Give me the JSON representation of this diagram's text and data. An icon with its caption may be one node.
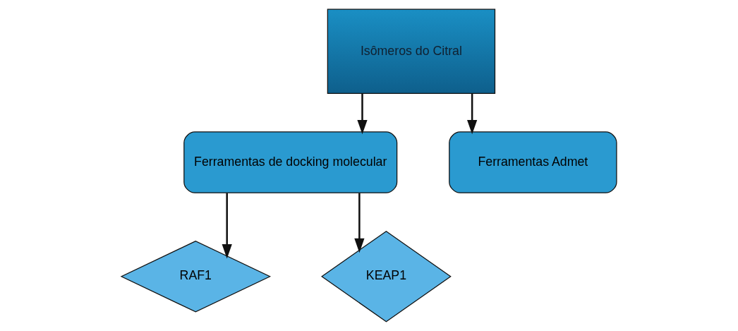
{
  "diagram": {
    "nodes": [
      {
        "text": [
          "Isômeros do Citral"
        ]
      },
      {
        "text": [
          "Ferramentas de docking molecular"
        ]
      },
      {
        "text": [
          "Ferramentas Admet"
        ]
      },
      {
        "text": [
          "RAF1"
        ]
      },
      {
        "text": [
          "KEAP1"
        ]
      }
    ],
    "edges": [
      {
        "from": 0,
        "to": 1,
        "arrow": "to"
      },
      {
        "from": 0,
        "to": 2,
        "arrow": "to"
      },
      {
        "from": 1,
        "to": 3,
        "arrow": "to"
      },
      {
        "from": 1,
        "to": 4,
        "arrow": "to"
      }
    ]
  }
}
